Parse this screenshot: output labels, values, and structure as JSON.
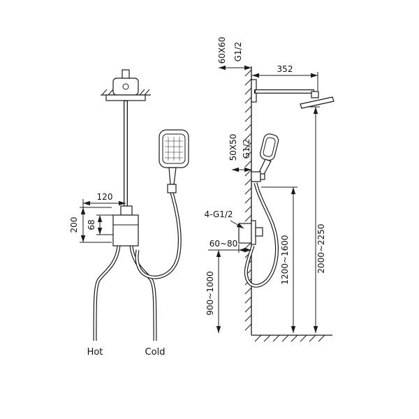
{
  "diagram": {
    "left": {
      "dim_width_120": "120",
      "dim_height_200": "200",
      "dim_height_68": "68",
      "hot_label": "Hot",
      "cold_label": "Cold"
    },
    "right": {
      "top_plate": "60X60",
      "top_thread": "G1/2",
      "arm_length": "352",
      "holder_plate": "50X50",
      "holder_thread": "G1/2",
      "valve_ports": "4-G1/2",
      "valve_depth": "60~80",
      "valve_height": "900~1000",
      "holder_height": "1200~1600",
      "head_height": "2000~2250"
    }
  },
  "colors": {
    "line": "#1a1a1a",
    "background": "#ffffff"
  }
}
